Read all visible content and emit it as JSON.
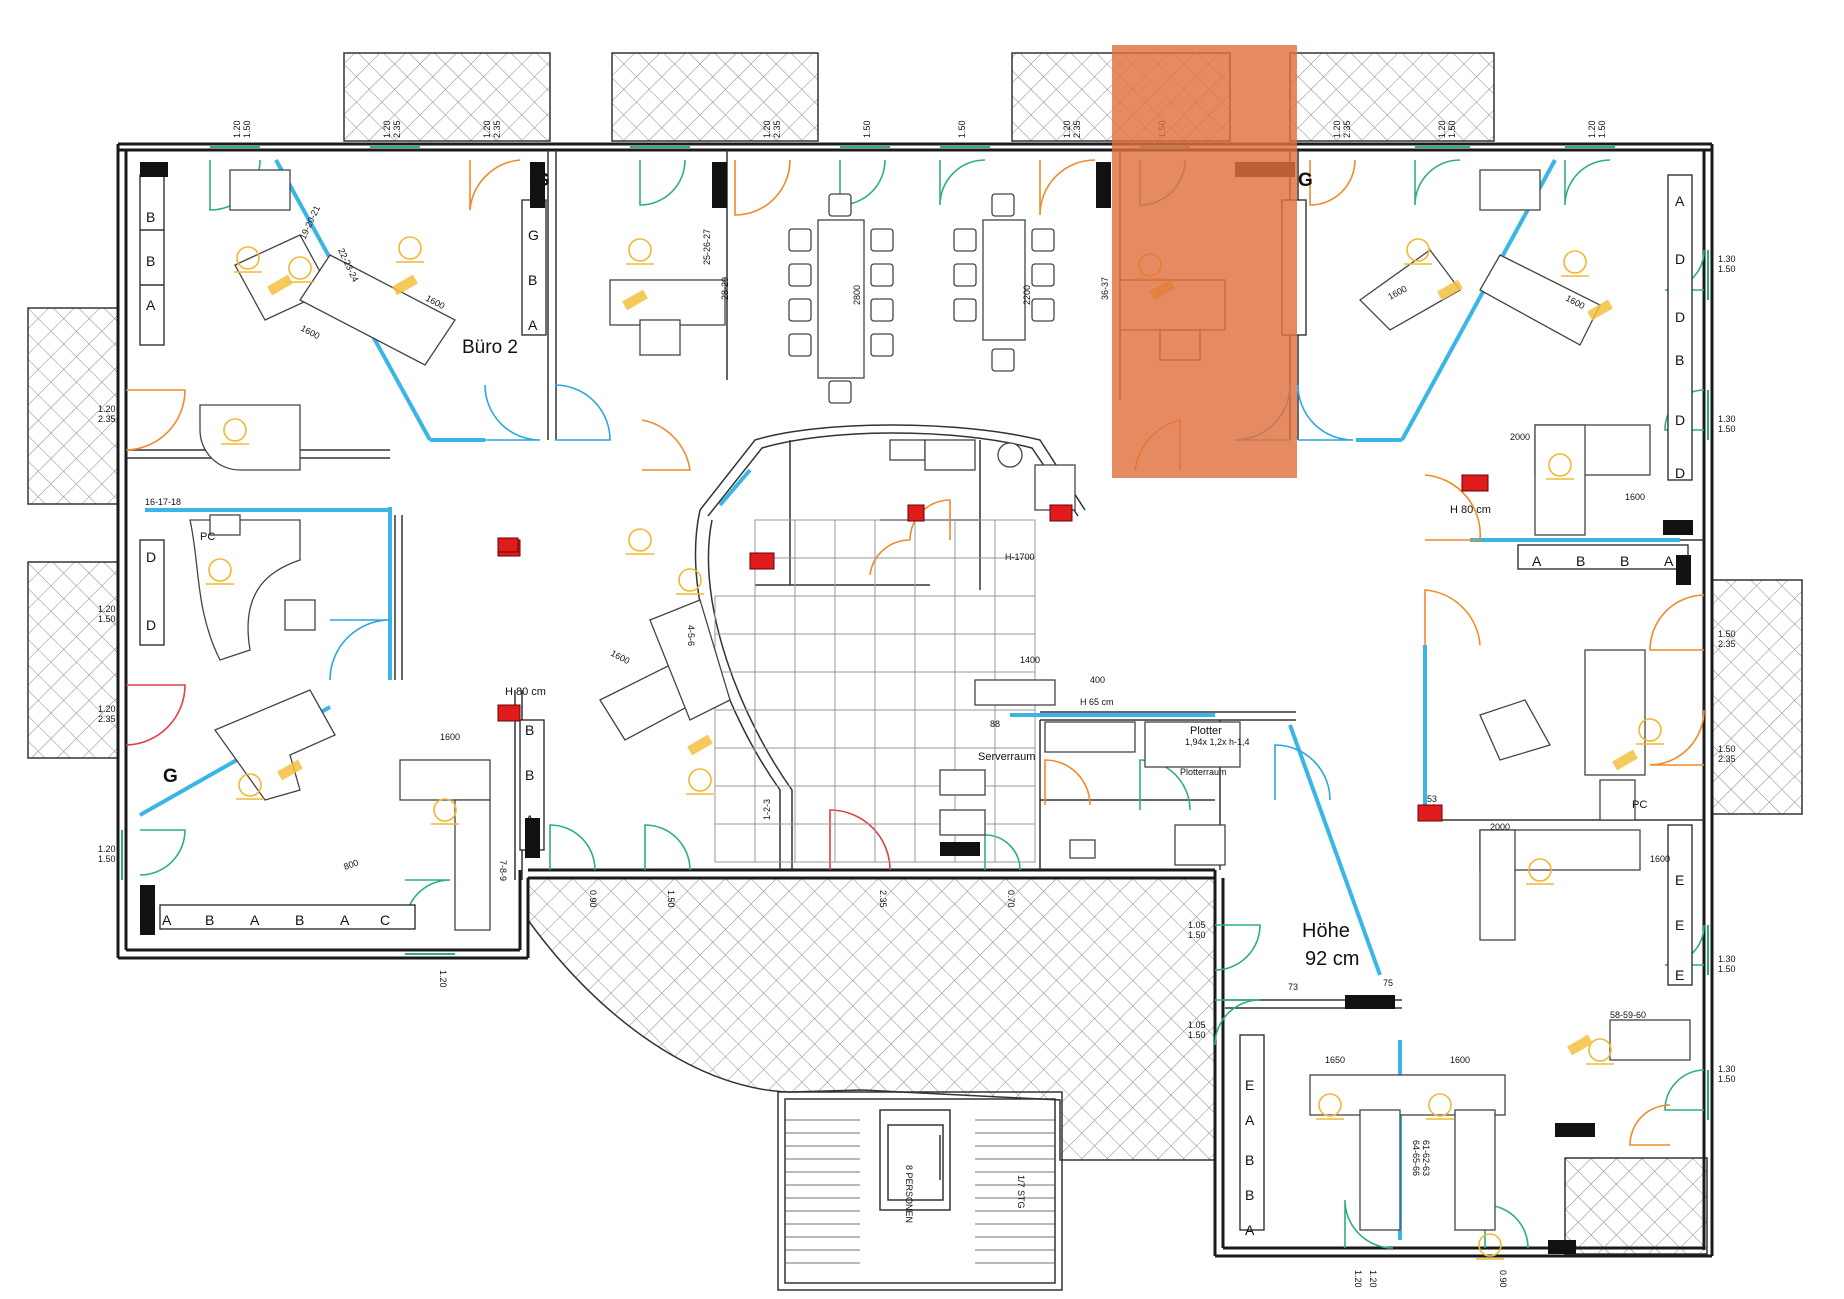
{
  "labels": {
    "buero2": "Büro 2",
    "hoehe": "Höhe",
    "hoehe_value": "92 cm",
    "h80_left": "H 80 cm",
    "h80_right": "H 80 cm",
    "h65": "H 65 cm",
    "serverraum": "Serverraum",
    "plotter": "Plotter",
    "plotter_dims": "1,94x 1,2x h-1,4",
    "plotterraum": "Plotterraum",
    "personen": "8 PERSONEN",
    "pc_left": "PC",
    "pc_right": "PC",
    "elevator_note": "1/7 STG",
    "h1700": "H-1700",
    "n88": "88",
    "n73": "73",
    "n53": "53",
    "n75": "75",
    "ws_16_17_18": "16-17-18",
    "ws_58_59_60": "58-59-60",
    "ws_4_5_6": "4-5-6",
    "ws_25_26_27": "25-26-27",
    "ws_22_23_24": "22-23-24",
    "ws_19_20_21": "19-20-21",
    "ws_1_2_3": "1-2-3",
    "ws_7_8_9": "7-8-9",
    "ws_28_29": "28-29",
    "ws_36_37": "36-37",
    "ws_61_62_63": "61-62-63",
    "ws_64_65_66": "64-65-66",
    "g_top": "G",
    "g_left": "G",
    "g_right": "G"
  },
  "window_labels_top": [
    "1.20",
    "1.20",
    "1.20",
    "1.20",
    "1.50",
    "1.50",
    "1.20",
    "1.50",
    "1.20",
    "1.20",
    "1.20"
  ],
  "window_labels_top_sub": [
    "1.50",
    "2.35",
    "2.35",
    "2.35",
    "",
    "",
    "2.35",
    "",
    "2.35",
    "1.50",
    "1.50"
  ],
  "window_labels_left": [
    [
      "1.20",
      "2.35"
    ],
    [
      "1.20",
      "1.50"
    ],
    [
      "1.20",
      "2.35"
    ],
    [
      "1.20",
      "1.50"
    ]
  ],
  "window_labels_right": [
    [
      "1.30",
      "1.50"
    ],
    [
      "1.30",
      "1.50"
    ],
    [
      "1.50",
      "2.35"
    ],
    [
      "1.50",
      "2.35"
    ],
    [
      "1.30",
      "1.50"
    ],
    [
      "1.30",
      "1.50"
    ]
  ],
  "window_labels_bottom": [
    "1.20",
    "0.90",
    "1.50",
    "2.35",
    "0.70",
    "1.20",
    "1.20",
    "0.90"
  ],
  "window_labels_mid": [
    [
      "1.05",
      "1.50"
    ],
    [
      "1.05",
      "1.50"
    ]
  ],
  "cabinet_letters": {
    "left_column": [
      "B",
      "B",
      "A"
    ],
    "bottom_row": [
      "A",
      "B",
      "A",
      "B",
      "A",
      "C"
    ],
    "right_column": [
      "A",
      "D",
      "D",
      "B",
      "D",
      "D"
    ],
    "right_row": [
      "A",
      "B",
      "B",
      "A"
    ],
    "mid_column": [
      "G",
      "B",
      "A"
    ],
    "center_column": [
      "B",
      "B",
      "A"
    ],
    "lower_right_column": [
      "E",
      "E",
      "E"
    ],
    "lower_mid_column": [
      "E",
      "A",
      "B",
      "B",
      "A"
    ],
    "left_d": [
      "D",
      "D"
    ]
  },
  "dimensions": [
    "1600",
    "1600",
    "1600",
    "1600",
    "1600",
    "1600",
    "1600",
    "1600",
    "2000",
    "2000",
    "2800",
    "2200",
    "1400",
    "1650",
    "1600",
    "800",
    "400"
  ],
  "colors": {
    "wall": "#1a1a1a",
    "glass": "#39b6e6",
    "door_orange": "#f08a2a",
    "door_green": "#2eae86",
    "fire_red": "#e01b1b",
    "chair_yellow": "#f0b830",
    "highlight": "#e0703f"
  },
  "highlight": {
    "opacity": 0.82
  }
}
